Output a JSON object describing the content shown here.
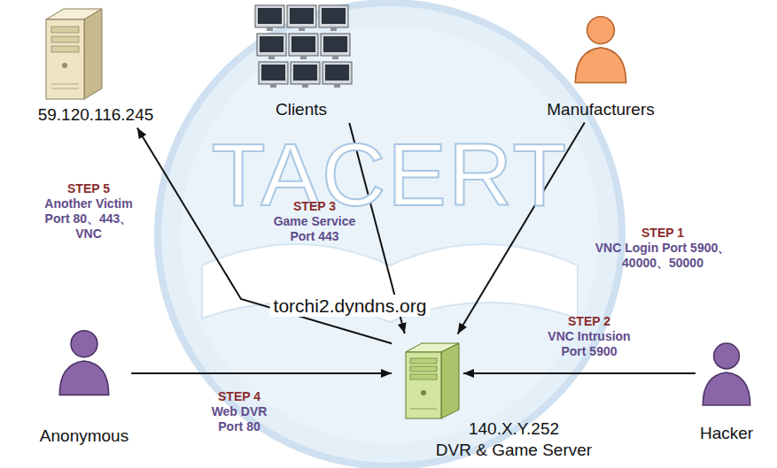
{
  "diagram": {
    "nodes": [
      {
        "text": [
          "59.120.116.245"
        ]
      },
      {
        "text": [
          "Clients"
        ]
      },
      {
        "text": [
          "Manufacturers"
        ]
      },
      {
        "text": [
          "Anonymous"
        ]
      },
      {
        "text": [
          "140.X.Y.252",
          "DVR & Game Server"
        ]
      },
      {
        "text": [
          "Hacker"
        ]
      }
    ],
    "edges": [
      {
        "from": 2,
        "to": 4,
        "arrow": "to",
        "label": "STEP 1"
      },
      {
        "from": 5,
        "to": 4,
        "arrow": "to",
        "label": "STEP 2"
      },
      {
        "from": 1,
        "to": 4,
        "arrow": "to",
        "label": "STEP 3"
      },
      {
        "from": 3,
        "to": 4,
        "arrow": "to",
        "label": "STEP 4"
      },
      {
        "from": 4,
        "to": 0,
        "arrow": "to",
        "label": "STEP 5"
      }
    ],
    "labels": [
      "torchi2.dyndns.org",
      "TACERT",
      "Another Victim Port 80、443、 VNC",
      "Game Service Port 443",
      "VNC Login Port 5900、40000、50000",
      "VNC Intrusion Port 5900",
      "Web DVR Port 80"
    ]
  }
}
